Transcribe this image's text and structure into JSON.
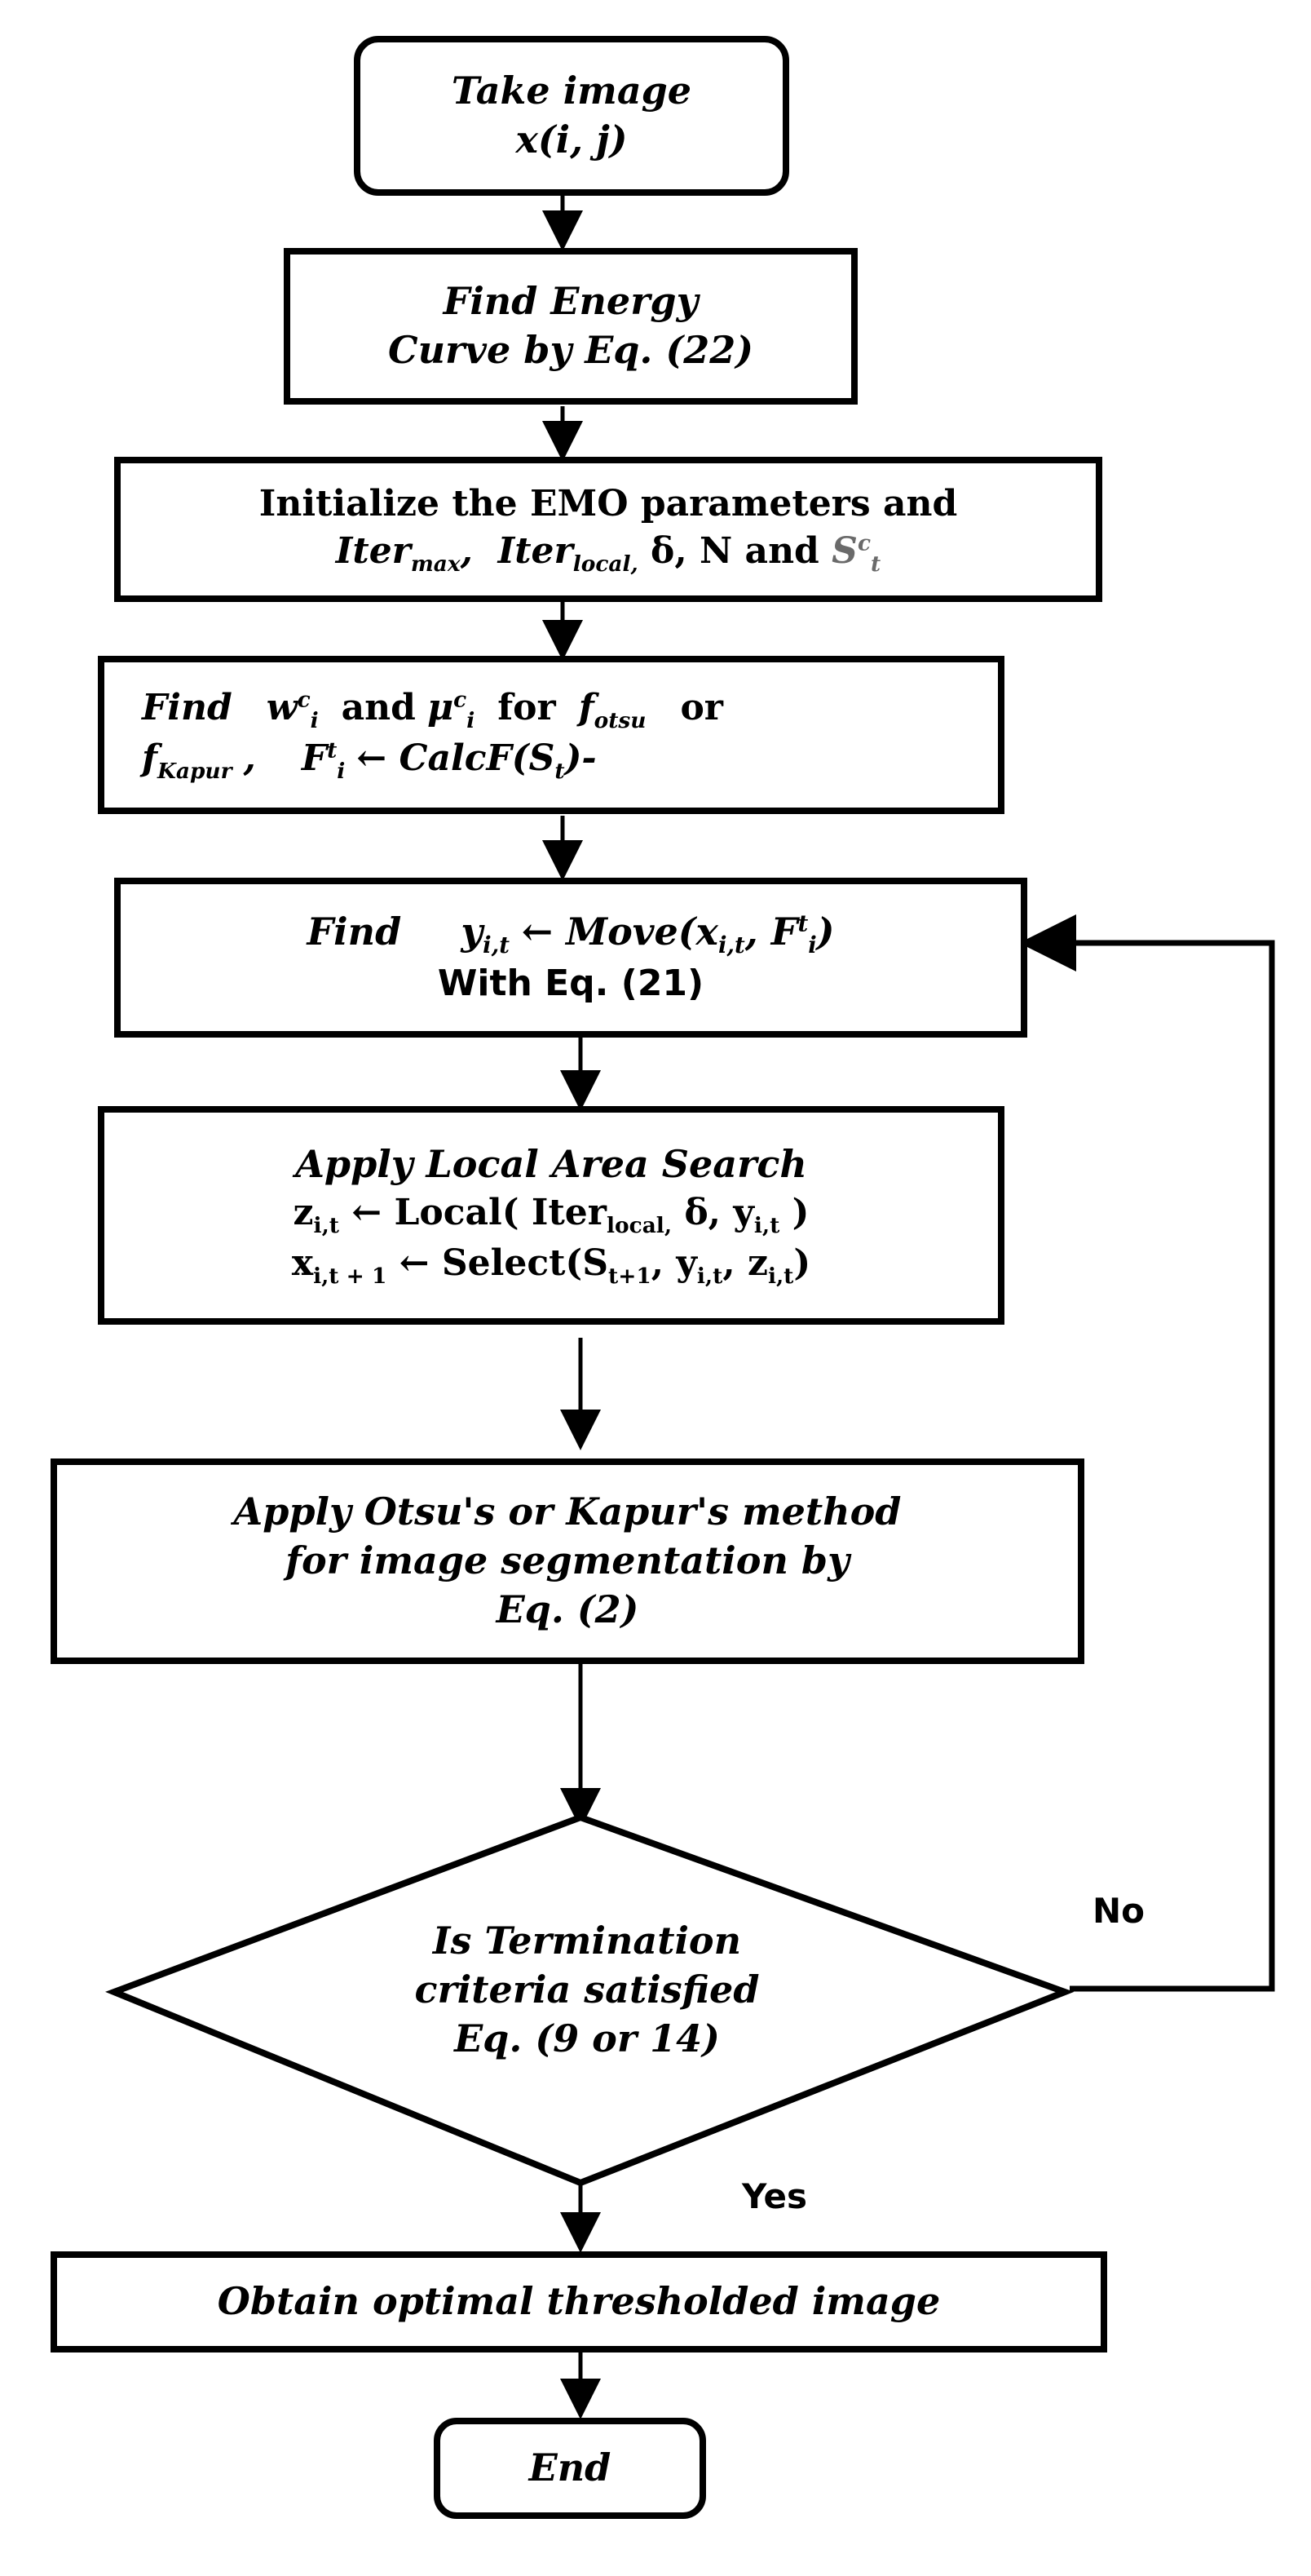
{
  "nodes": {
    "start": {
      "line1": "Take image",
      "line2": "x(i, j)"
    },
    "energy": {
      "line1": "Find Energy",
      "line2": "Curve by Eq. (22)"
    },
    "init": {
      "line1": "Initialize the EMO parameters and",
      "line2": "Iter",
      "line2_sub_max": "max",
      "line2_iter2": "Iter",
      "line2_sub_local": "local,",
      "line2_rest": " δ,  N and ",
      "line2_s": "S",
      "line2_s_sup": "c",
      "line2_s_sub": "t"
    },
    "find_w": {
      "find": "Find",
      "w": "w",
      "w_sup": "c",
      "w_sub": "i",
      "and": "and",
      "mu": "μ",
      "mu_sup": "c",
      "mu_sub": "i",
      "for": "for",
      "f1": "f",
      "f1_sub": "otsu",
      "or": "or",
      "f2": "f",
      "f2_sub": "Kapur",
      "comma": ",",
      "F": "F",
      "F_sup": "t",
      "F_sub": "i",
      "arrow_calc": "← CalcF(S",
      "calc_sub": "t",
      "calc_end": ")-"
    },
    "move": {
      "find": "Find",
      "y": "y",
      "y_sub": "i,t",
      "move_pre": "← Move(x",
      "x_sub": "i,t",
      "comma_F": ", F",
      "F_sup": "t",
      "F_sub": "i",
      "close": ")",
      "line2": "With Eq. (21)"
    },
    "local": {
      "line1": "Apply Local Area Search",
      "z": "z",
      "z_sub": "i,t",
      "local_pre": "← Local( Iter",
      "local_sub": "local,",
      "local_mid": " δ, y",
      "local_y_sub": "i,t",
      "local_close": " )",
      "x": "x",
      "x_sub": "i,t + 1",
      "sel_pre": "← Select(S",
      "sel_s_sub": "t+1",
      "sel_y": ", y",
      "sel_y_sub": "i,t",
      "sel_z": ", z",
      "sel_z_sub": "i,t",
      "sel_close": ")"
    },
    "otsu": {
      "line1": "Apply Otsu's  or Kapur's method",
      "line2": "for image segmentation by",
      "line3": "Eq. (2)"
    },
    "decision": {
      "line1": "Is Termination",
      "line2": "criteria satisfied",
      "line3": "Eq. (9 or 14)"
    },
    "obtain": {
      "line1": "Obtain optimal thresholded image"
    },
    "end": {
      "line1": "End"
    }
  },
  "labels": {
    "no": "No",
    "yes": "Yes"
  }
}
